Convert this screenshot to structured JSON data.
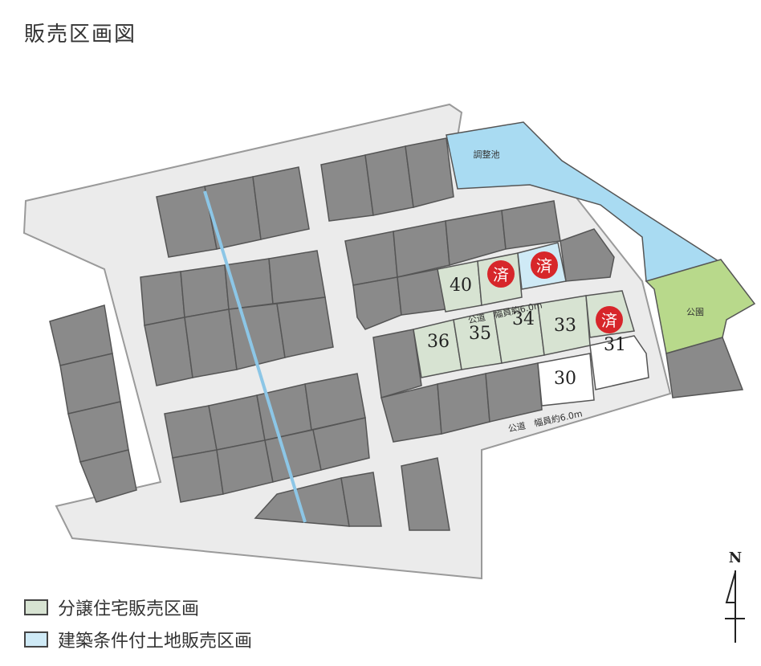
{
  "title": "販売区画図",
  "colors": {
    "lot_gray": "#8a8a8a",
    "lot_stroke": "#555555",
    "road": "#ebebeb",
    "road_stroke": "#9a9a9a",
    "pond": "#a9dbf2",
    "park": "#b8d98b",
    "subdivision_lot": "#d7e3d2",
    "condition_lot": "#cfeaf6",
    "available_lot": "#ffffff",
    "sold_badge": "#d7262a"
  },
  "labels": {
    "pond": "調整池",
    "park": "公園",
    "road_upper": "公道　幅員約6.0m",
    "road_lower": "公道　幅員約6.0m",
    "north": "N"
  },
  "lots": {
    "lot40": "40",
    "lot36": "36",
    "lot35": "35",
    "lot34": "34",
    "lot33": "33",
    "lot30": "30",
    "lot31": "31"
  },
  "sold_badge_text": "済",
  "legend": [
    {
      "label": "分譲住宅販売区画",
      "color": "#d7e3d2"
    },
    {
      "label": "建築条件付土地販売区画",
      "color": "#cfeaf6"
    }
  ]
}
